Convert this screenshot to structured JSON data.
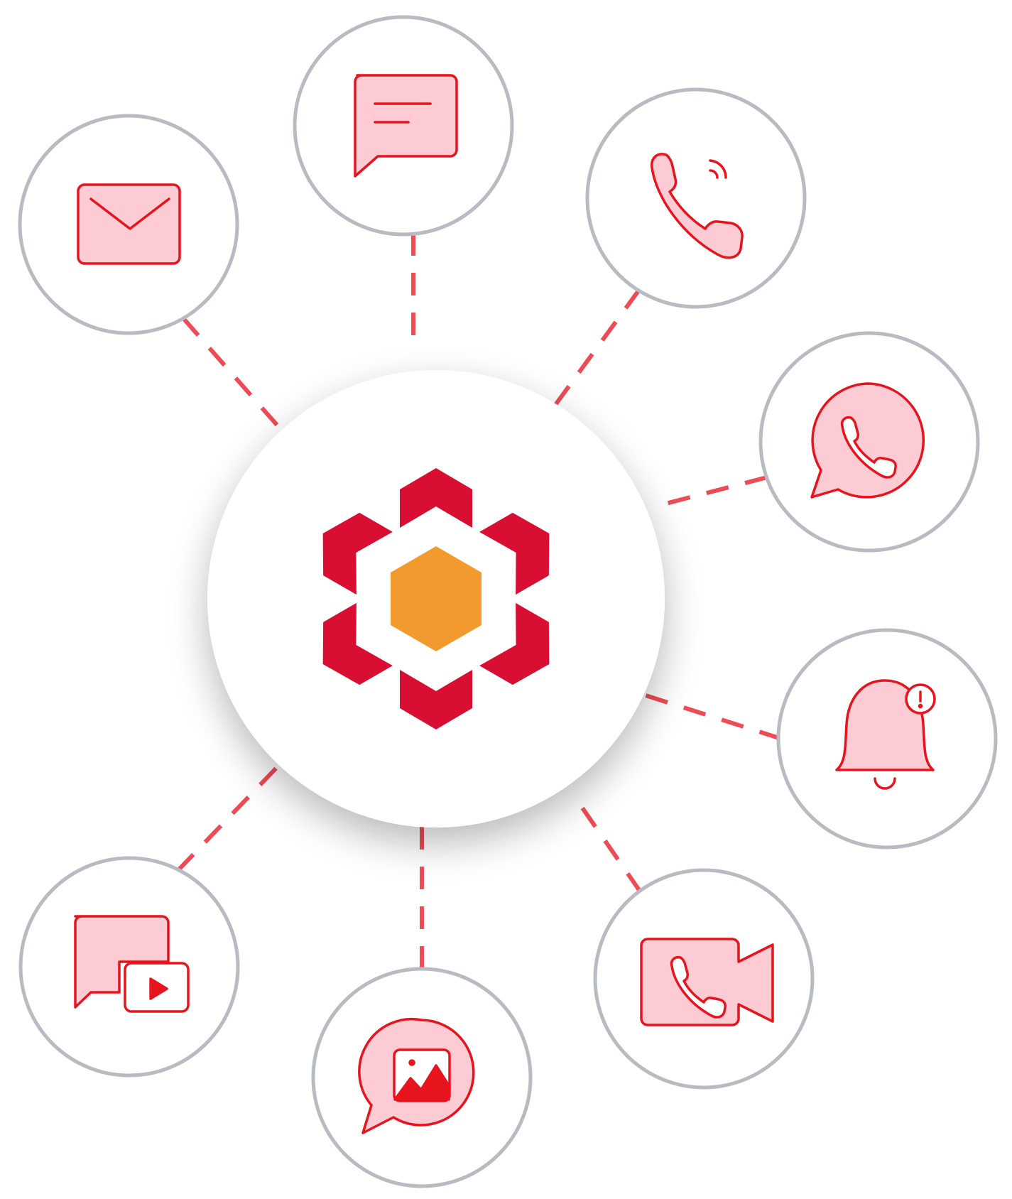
{
  "diagram": {
    "hub": {
      "name": "hub-logo",
      "colors": {
        "outer_hexagons": "#d80e32",
        "inner_hexagon": "#f29a2e"
      }
    },
    "channels": [
      {
        "name": "email-channel",
        "icon": "envelope-icon"
      },
      {
        "name": "sms-channel",
        "icon": "chat-bubble-icon"
      },
      {
        "name": "voice-call-channel",
        "icon": "phone-call-icon"
      },
      {
        "name": "whatsapp-channel",
        "icon": "whatsapp-icon"
      },
      {
        "name": "push-notification-channel",
        "icon": "bell-alert-icon"
      },
      {
        "name": "video-call-channel",
        "icon": "video-call-icon"
      },
      {
        "name": "image-message-channel",
        "icon": "image-message-icon"
      },
      {
        "name": "video-message-channel",
        "icon": "video-message-icon"
      }
    ],
    "colors": {
      "node_border": "#b8bbc1",
      "connector": "#ee4b55",
      "icon_stroke": "#e8141d",
      "icon_fill": "#fccbd3",
      "hub_background": "#ffffff"
    }
  }
}
